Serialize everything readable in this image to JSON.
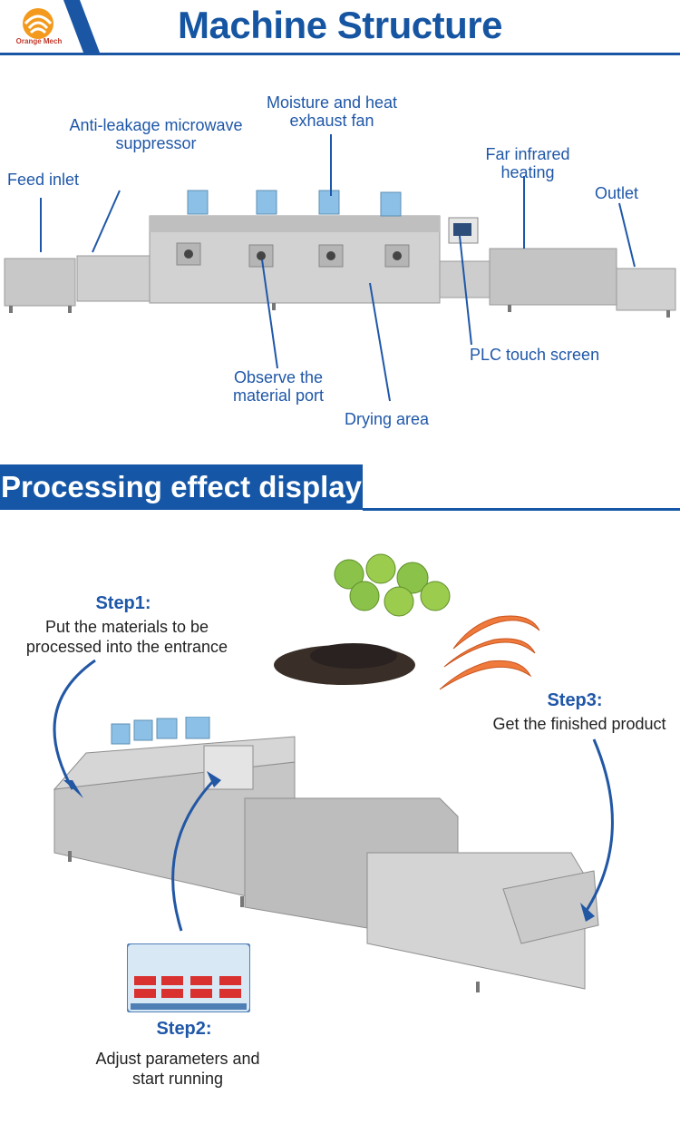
{
  "header": {
    "title": "Machine Structure",
    "logo_text": "Orange Mech"
  },
  "section2": {
    "title": "Processing effect display"
  },
  "machine_labels": {
    "feed_inlet": "Feed inlet",
    "suppressor_line1": "Anti-leakage microwave",
    "suppressor_line2": "suppressor",
    "fan_line1": "Moisture and heat",
    "fan_line2": "exhaust fan",
    "infrared_line1": "Far infrared",
    "infrared_line2": "heating",
    "outlet": "Outlet",
    "plc": "PLC touch screen",
    "observe_line1": "Observe the",
    "observe_line2": "material port",
    "drying": "Drying area"
  },
  "steps": {
    "step1_title": "Step1:",
    "step1_line1": "Put the materials to be",
    "step1_line2": "processed into the entrance",
    "step2_title": "Step2:",
    "step2_line1": "Adjust parameters and",
    "step2_line2": "start running",
    "step3_title": "Step3:",
    "step3_line1": "Get the finished product"
  },
  "colors": {
    "brand_blue": "#1655a2",
    "label_blue": "#1f57a8",
    "steel": "#c9c9c9"
  }
}
